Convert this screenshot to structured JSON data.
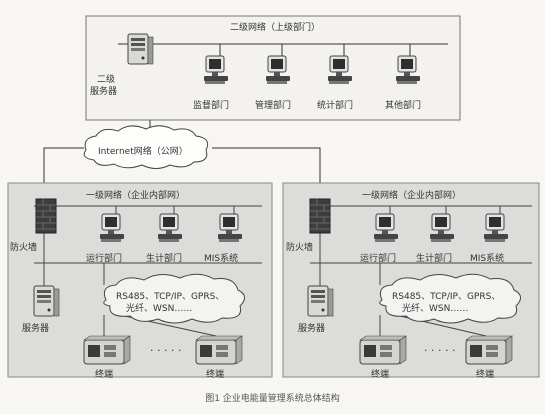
{
  "top_network": {
    "label": "二级网络（上级部门）",
    "server_label_line1": "二级",
    "server_label_line2": "服务器",
    "departments": [
      "监督部门",
      "管理部门",
      "统计部门",
      "其他部门"
    ]
  },
  "internet": {
    "label": "Internet网络（公网）"
  },
  "enterprise_networks": [
    {
      "label": "一级网络（企业内部网）",
      "firewall_label": "防火墙",
      "departments": [
        "运行部门",
        "生计部门",
        "MIS系统"
      ],
      "cloud_line1": "RS485、TCP/IP、GPRS、",
      "cloud_line2": "光纤、WSN……",
      "server_label": "服务器",
      "terminal_label": "终端",
      "ellipsis": "· · · · ·"
    },
    {
      "label": "一级网络（企业内部网）",
      "firewall_label": "防火墙",
      "departments": [
        "运行部门",
        "生计部门",
        "MIS系统"
      ],
      "cloud_line1": "RS485、TCP/IP、GPRS、",
      "cloud_line2": "光纤、WSN……",
      "server_label": "服务器",
      "terminal_label": "终端",
      "ellipsis": "· · · · ·"
    }
  ],
  "caption": "图1  企业电能量管理系统总体结构"
}
